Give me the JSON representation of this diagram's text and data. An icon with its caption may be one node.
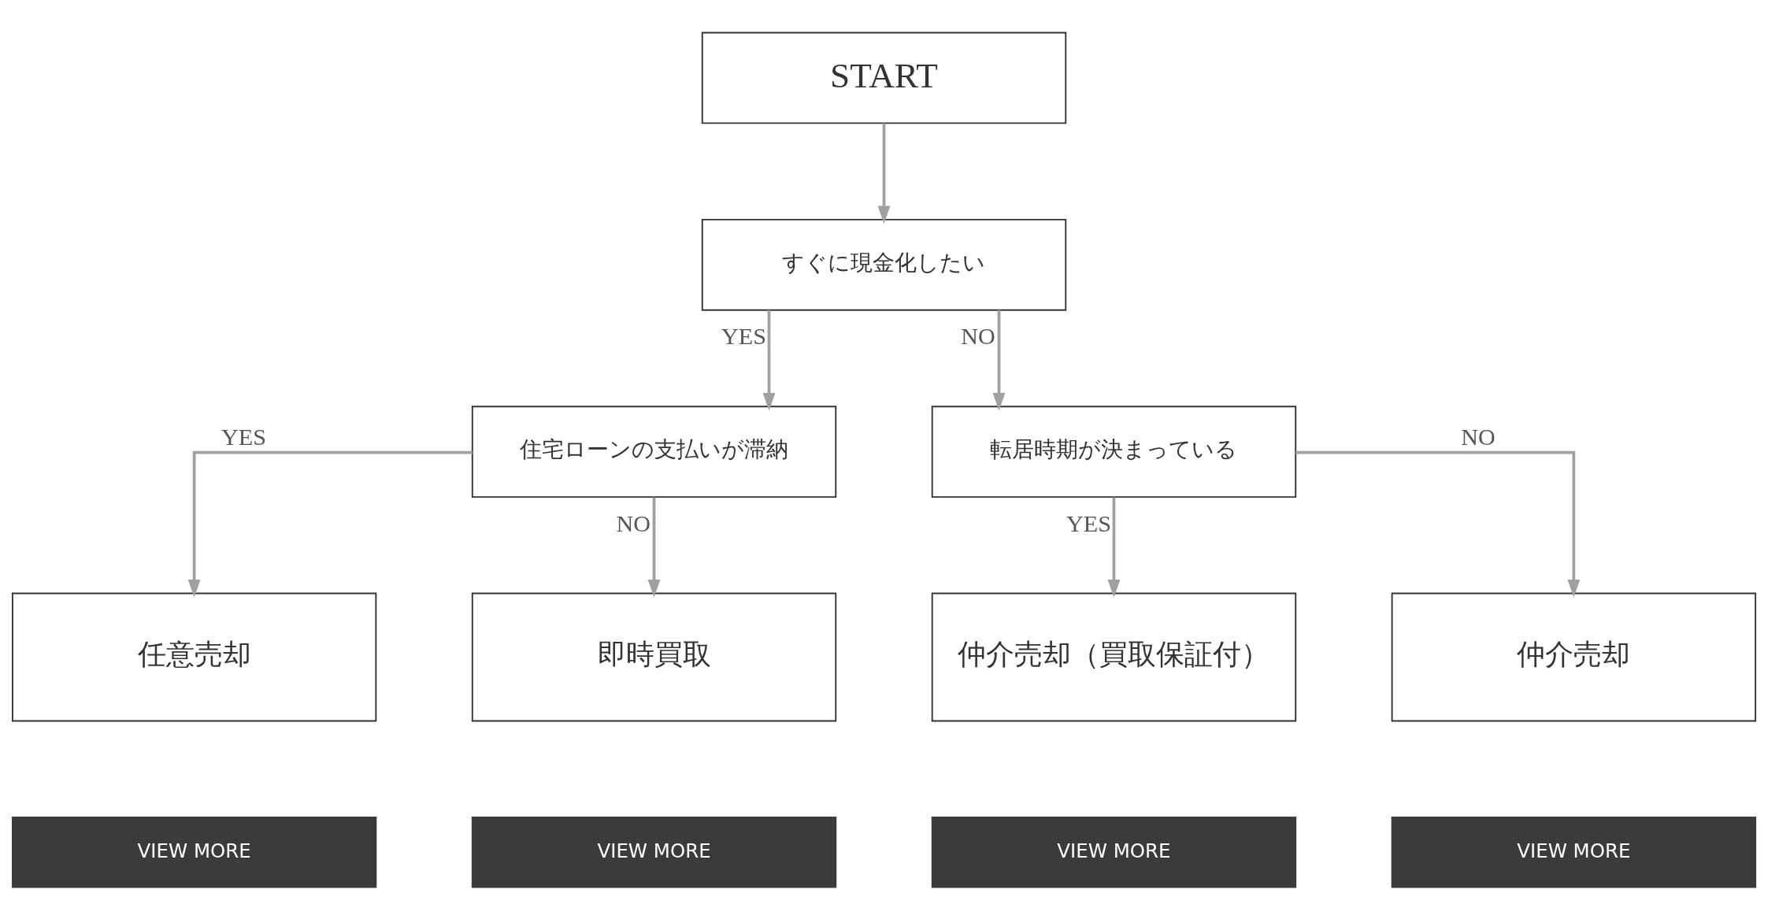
{
  "diagram": {
    "nodes": [
      {
        "text": [
          "START"
        ]
      },
      {
        "text": [
          "すぐに現金化したい"
        ]
      },
      {
        "text": [
          "住宅ローンの支払いが滞納"
        ]
      },
      {
        "text": [
          "転居時期が決まっている"
        ]
      },
      {
        "text": [
          "任意売却"
        ]
      },
      {
        "text": [
          "即時買取"
        ]
      },
      {
        "text": [
          "仲介売却（買取保証付）"
        ]
      },
      {
        "text": [
          "仲介売却"
        ]
      },
      {
        "text": [
          "VIEW MORE"
        ]
      },
      {
        "text": [
          "VIEW MORE"
        ]
      },
      {
        "text": [
          "VIEW MORE"
        ]
      },
      {
        "text": [
          "VIEW MORE"
        ]
      }
    ],
    "edges": [
      {
        "from": 0,
        "to": 1,
        "arrow": "to"
      },
      {
        "from": 1,
        "to": 2,
        "arrow": "to",
        "label": "YES"
      },
      {
        "from": 1,
        "to": 3,
        "arrow": "to",
        "label": "NO"
      },
      {
        "from": 2,
        "to": 4,
        "arrow": "to",
        "label": "YES"
      },
      {
        "from": 2,
        "to": 5,
        "arrow": "to",
        "label": "NO"
      },
      {
        "from": 3,
        "to": 6,
        "arrow": "to",
        "label": "YES"
      },
      {
        "from": 3,
        "to": 7,
        "arrow": "to",
        "label": "NO"
      }
    ]
  }
}
